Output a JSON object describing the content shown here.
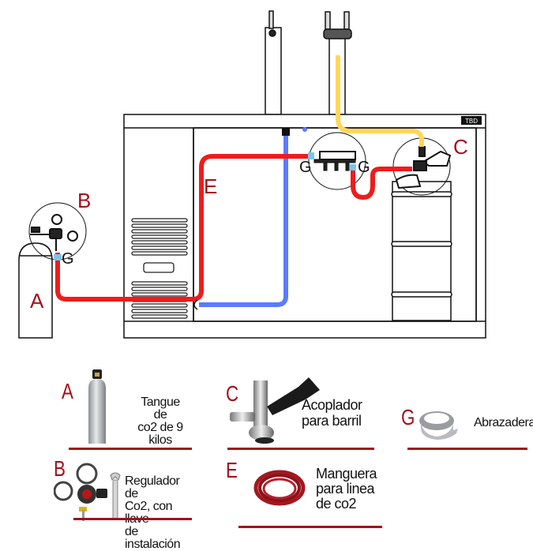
{
  "diagram": {
    "title": "Instalación de sistema de cerveza de barril",
    "brand_badge": "TBD",
    "labels": {
      "A": "A",
      "B": "B",
      "C": "C",
      "E": "E",
      "G": "G"
    },
    "line_colors": {
      "co2_line": "#ee1c1c",
      "beer_line": "#5b7bff",
      "tap_line": "#ffd75a",
      "clamp": "#7cc4ea",
      "accent": "#a4101c"
    }
  },
  "legend": {
    "items": [
      {
        "letter": "A",
        "text_lines": [
          "Tangue de",
          "co2 de 9",
          "kilos"
        ],
        "icon": "co2-tank-icon"
      },
      {
        "letter": "C",
        "text_lines": [
          "Acoplador",
          "para barril"
        ],
        "icon": "keg-coupler-icon"
      },
      {
        "letter": "G",
        "text_lines": [
          "Abrazadera"
        ],
        "icon": "hose-clamp-icon"
      },
      {
        "letter": "B",
        "text_lines": [
          "Regulador de",
          "Co2, con llave",
          "de instalación"
        ],
        "icon": "co2-regulator-icon"
      },
      {
        "letter": "E",
        "text_lines": [
          "Manguera",
          "para linea",
          "de co2"
        ],
        "icon": "hose-coil-icon"
      }
    ]
  }
}
